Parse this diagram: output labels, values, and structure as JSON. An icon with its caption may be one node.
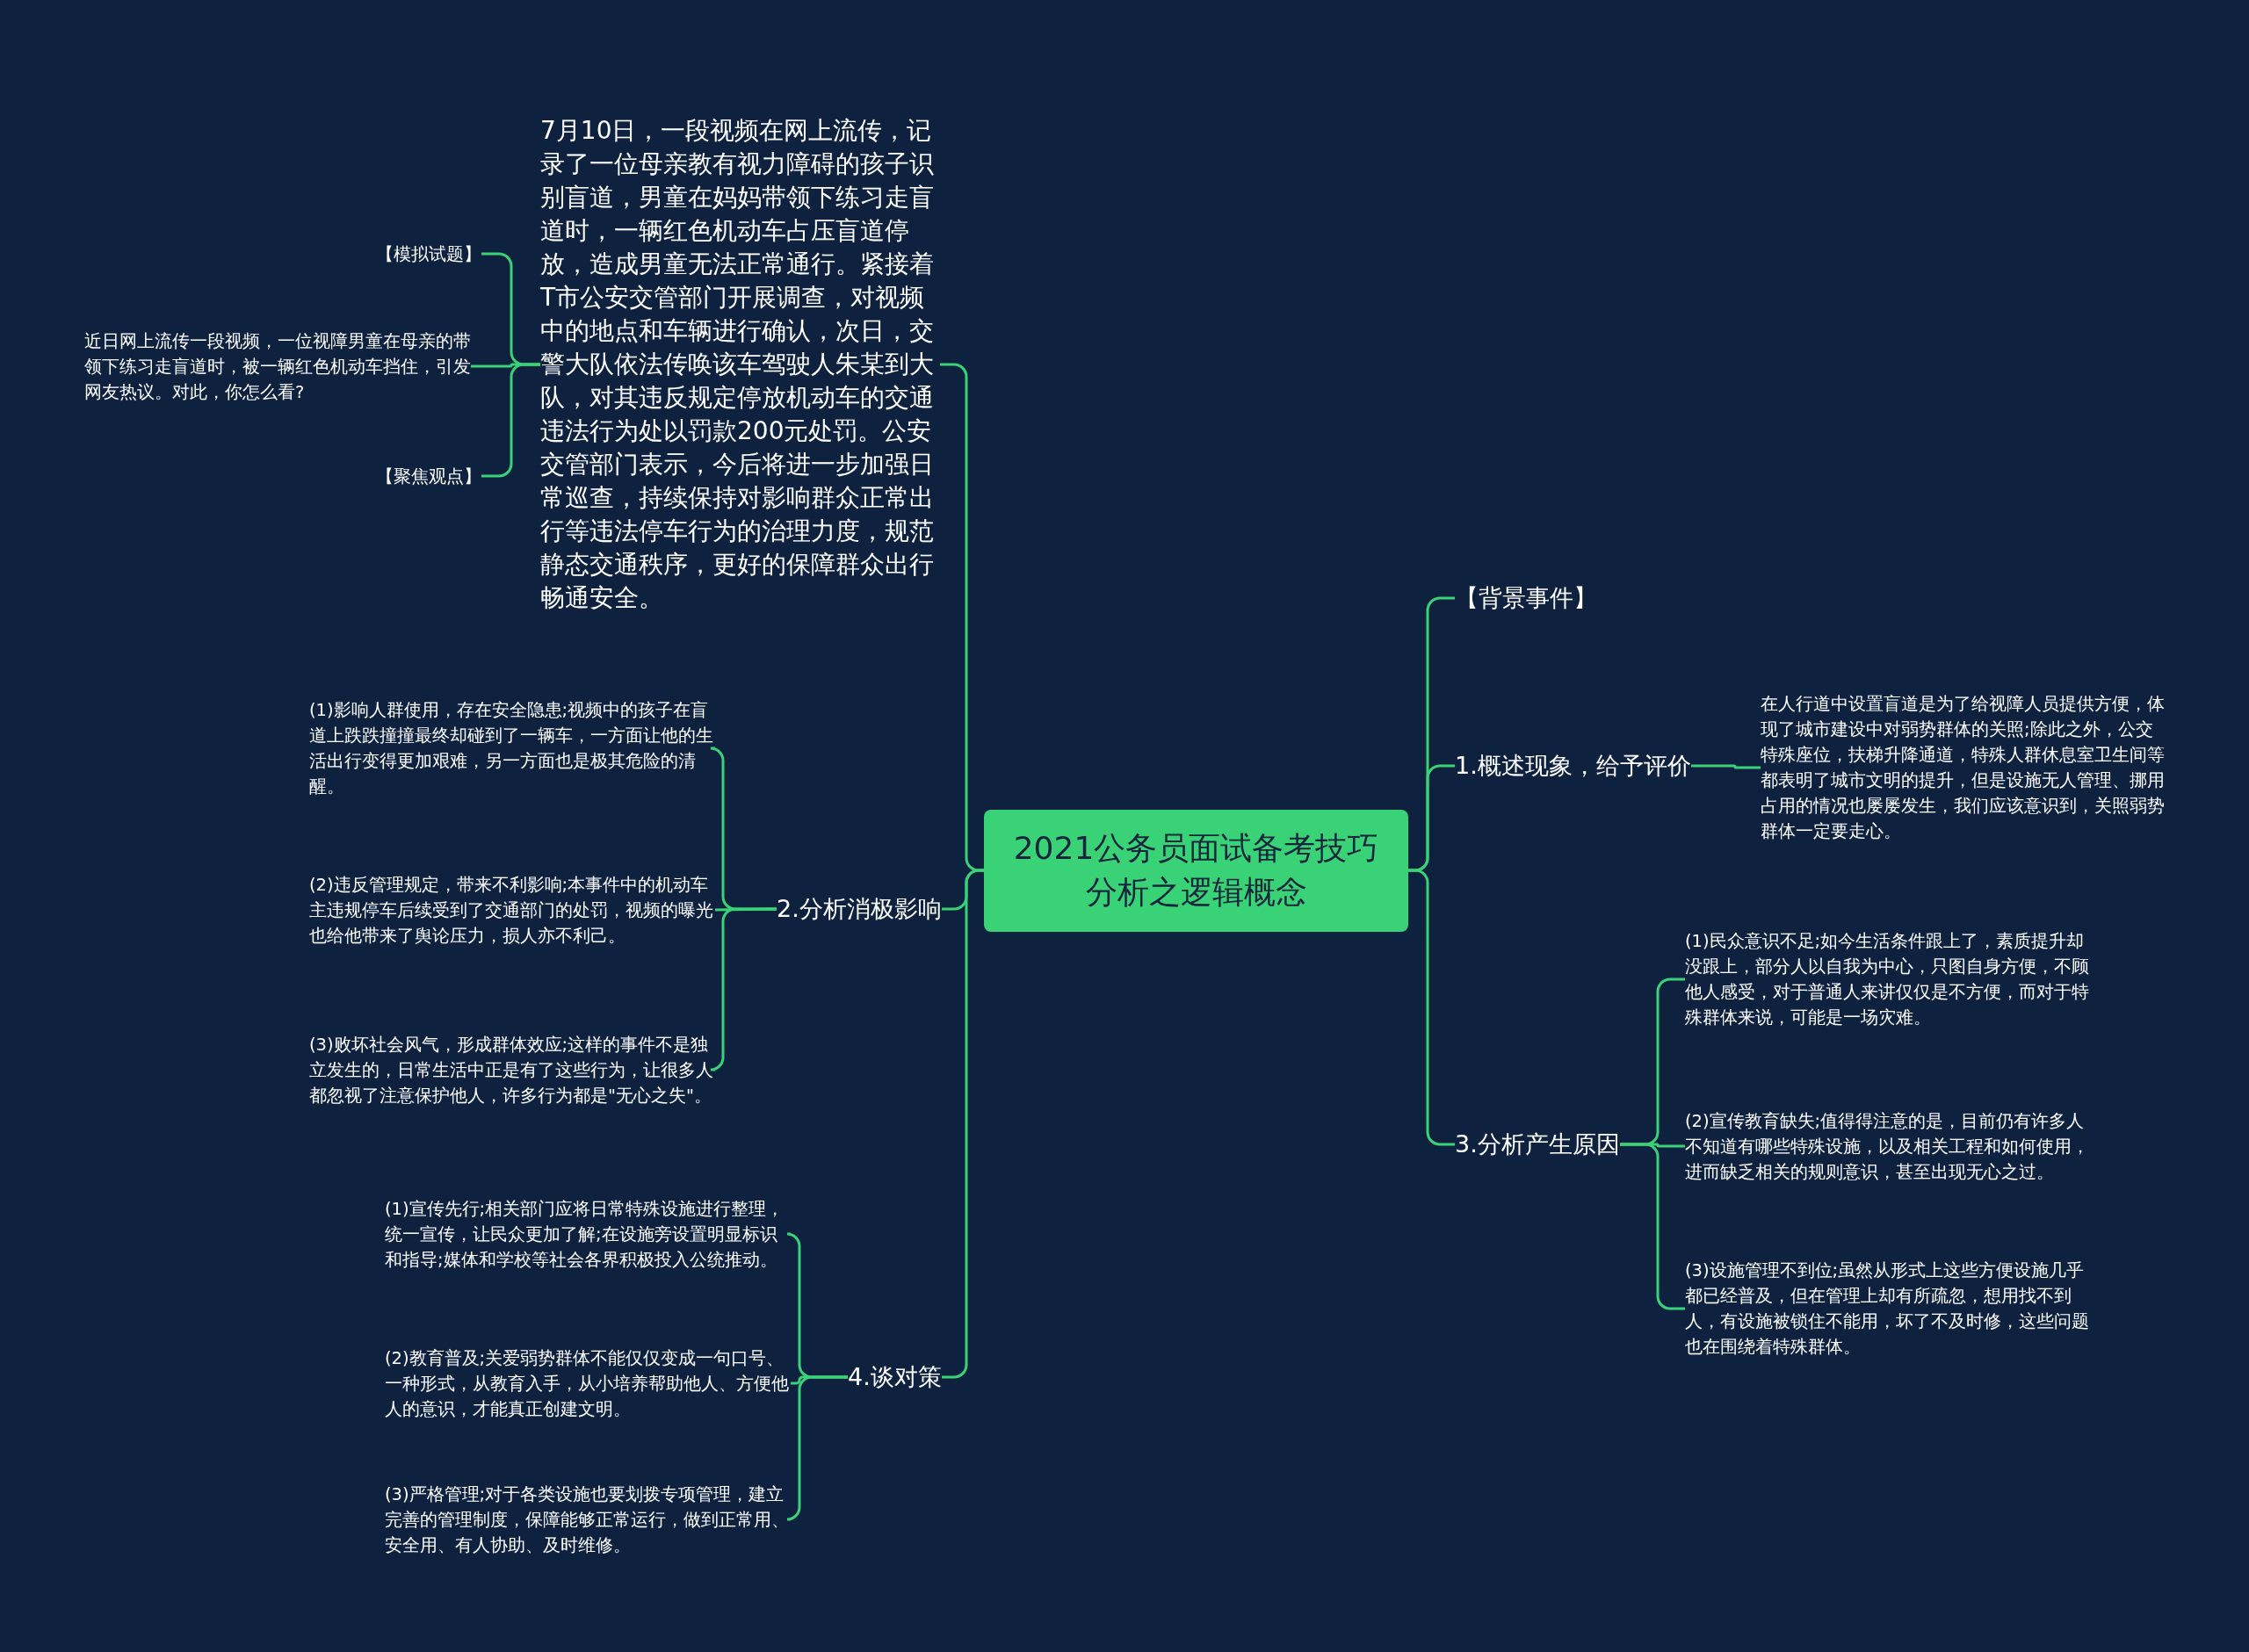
{
  "diagram": {
    "nodes": [
      {
        "text": [
          "2021公务员面试备考技巧分析之逻辑概念"
        ]
      },
      {
        "text": [
          "7月10日，一段视频在网上流传，记录了一位母亲教有视力障碍的孩子识别盲道，男童在妈妈带领下练习走盲道时，一辆红色机动车占压盲道停放，造成男童无法正常通行。紧接着T市公安交管部门开展调查，对视频中的地点和车辆进行确认，次日，交警大队依法传唤该车驾驶人朱某到大队，对其违反规定停放机动车的交通违法行为处以罚款200元处罚。公安交管部门表示，今后将进一步加强日常巡查，持续保持对影响群众正常出行等违法停车行为的治理力度，规范静态交通秩序，更好的保障群众出行畅通安全。"
        ]
      },
      {
        "text": [
          "【模拟试题】"
        ]
      },
      {
        "text": [
          "近日网上流传一段视频，一位视障男童在母亲的带领下练习走盲道时，被一辆红色机动车挡住，引发网友热议。对此，你怎么看?"
        ]
      },
      {
        "text": [
          "【聚焦观点】"
        ]
      },
      {
        "text": [
          "2.分析消极影响"
        ]
      },
      {
        "text": [
          "(1)影响人群使用，存在安全隐患;视频中的孩子在盲道上跌跌撞撞最终却碰到了一辆车，一方面让他的生活出行变得更加艰难，另一方面也是极其危险的清醒。"
        ]
      },
      {
        "text": [
          "(2)违反管理规定，带来不利影响;本事件中的机动车主违规停车后续受到了交通部门的处罚，视频的曝光也给他带来了舆论压力，损人亦不利己。"
        ]
      },
      {
        "text": [
          "(3)败坏社会风气，形成群体效应;这样的事件不是独立发生的，日常生活中正是有了这些行为，让很多人都忽视了注意保护他人，许多行为都是\"无心之失\"。"
        ]
      },
      {
        "text": [
          "4.谈对策"
        ]
      },
      {
        "text": [
          "(1)宣传先行;相关部门应将日常特殊设施进行整理，统一宣传，让民众更加了解;在设施旁设置明显标识和指导;媒体和学校等社会各界积极投入公统推动。"
        ]
      },
      {
        "text": [
          "(2)教育普及;关爱弱势群体不能仅仅变成一句口号、一种形式，从教育入手，从小培养帮助他人、方便他人的意识，才能真正创建文明。"
        ]
      },
      {
        "text": [
          "(3)严格管理;对于各类设施也要划拨专项管理，建立完善的管理制度，保障能够正常运行，做到正常用、安全用、有人协助、及时维修。"
        ]
      },
      {
        "text": [
          "【背景事件】"
        ]
      },
      {
        "text": [
          "1.概述现象，给予评价"
        ]
      },
      {
        "text": [
          "在人行道中设置盲道是为了给视障人员提供方便，体现了城市建设中对弱势群体的关照;除此之外，公交特殊座位，扶梯升降通道，特殊人群休息室卫生间等都表明了城市文明的提升，但是设施无人管理、挪用占用的情况也屡屡发生，我们应该意识到，关照弱势群体一定要走心。"
        ]
      },
      {
        "text": [
          "3.分析产生原因"
        ]
      },
      {
        "text": [
          "(1)民众意识不足;如今生活条件跟上了，素质提升却没跟上，部分人以自我为中心，只图自身方便，不顾他人感受，对于普通人来讲仅仅是不方便，而对于特殊群体来说，可能是一场灾难。"
        ]
      },
      {
        "text": [
          "(2)宣传教育缺失;值得得注意的是，目前仍有许多人不知道有哪些特殊设施，以及相关工程和如何使用，进而缺乏相关的规则意识，甚至出现无心之过。"
        ]
      },
      {
        "text": [
          "(3)设施管理不到位;虽然从形式上这些方便设施几乎都已经普及，但在管理上却有所疏忽，想用找不到人，有设施被锁住不能用，坏了不及时修，这些问题也在围绕着特殊群体。"
        ]
      }
    ],
    "edges": [
      {
        "from": 0,
        "to": 1,
        "arrow": "none"
      },
      {
        "from": 1,
        "to": 2,
        "arrow": "none"
      },
      {
        "from": 1,
        "to": 3,
        "arrow": "none"
      },
      {
        "from": 1,
        "to": 4,
        "arrow": "none"
      },
      {
        "from": 0,
        "to": 5,
        "arrow": "none"
      },
      {
        "from": 5,
        "to": 6,
        "arrow": "none"
      },
      {
        "from": 5,
        "to": 7,
        "arrow": "none"
      },
      {
        "from": 5,
        "to": 8,
        "arrow": "none"
      },
      {
        "from": 0,
        "to": 9,
        "arrow": "none"
      },
      {
        "from": 9,
        "to": 10,
        "arrow": "none"
      },
      {
        "from": 9,
        "to": 11,
        "arrow": "none"
      },
      {
        "from": 9,
        "to": 12,
        "arrow": "none"
      },
      {
        "from": 0,
        "to": 13,
        "arrow": "none"
      },
      {
        "from": 0,
        "to": 14,
        "arrow": "none"
      },
      {
        "from": 14,
        "to": 15,
        "arrow": "none"
      },
      {
        "from": 0,
        "to": 16,
        "arrow": "none"
      },
      {
        "from": 16,
        "to": 17,
        "arrow": "none"
      },
      {
        "from": 16,
        "to": 18,
        "arrow": "none"
      },
      {
        "from": 16,
        "to": 19,
        "arrow": "none"
      }
    ]
  }
}
